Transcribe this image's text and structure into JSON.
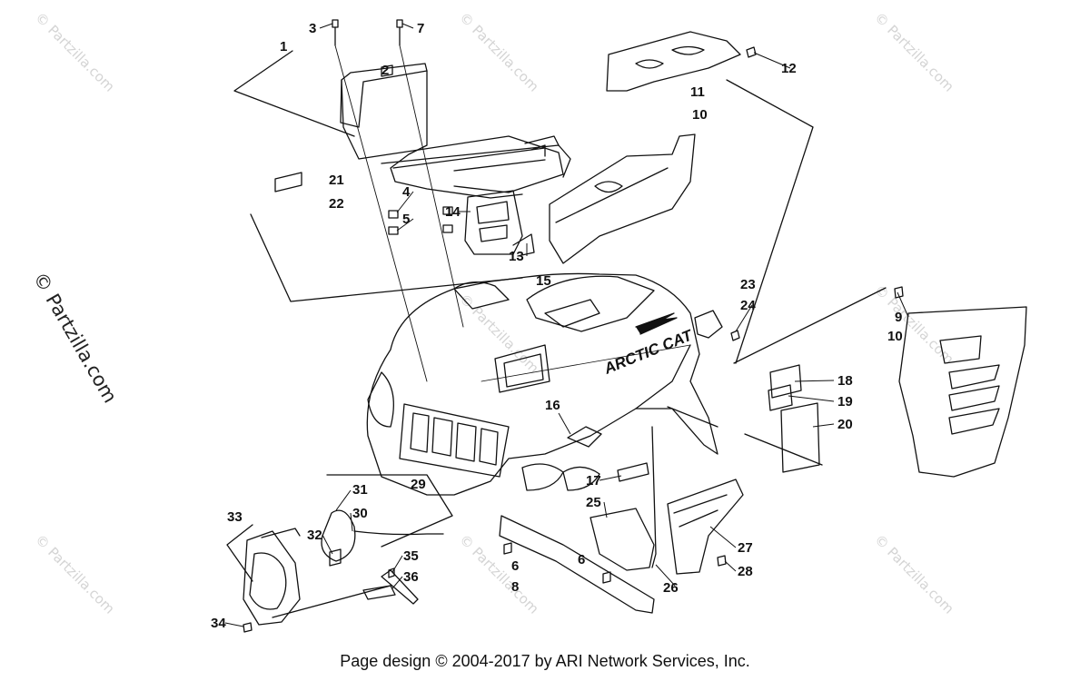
{
  "footer_text": "Page design © 2004-2017 by ARI Network Services, Inc.",
  "watermark_text": "© Partzilla.com",
  "brand_decal_text": "ARCTIC CAT",
  "callouts": [
    "1",
    "2",
    "3",
    "4",
    "5",
    "6",
    "6",
    "7",
    "8",
    "9",
    "10",
    "10",
    "11",
    "12",
    "13",
    "14",
    "15",
    "16",
    "17",
    "18",
    "19",
    "20",
    "21",
    "22",
    "23",
    "24",
    "25",
    "26",
    "27",
    "28",
    "29",
    "30",
    "31",
    "32",
    "33",
    "34",
    "35",
    "36"
  ]
}
